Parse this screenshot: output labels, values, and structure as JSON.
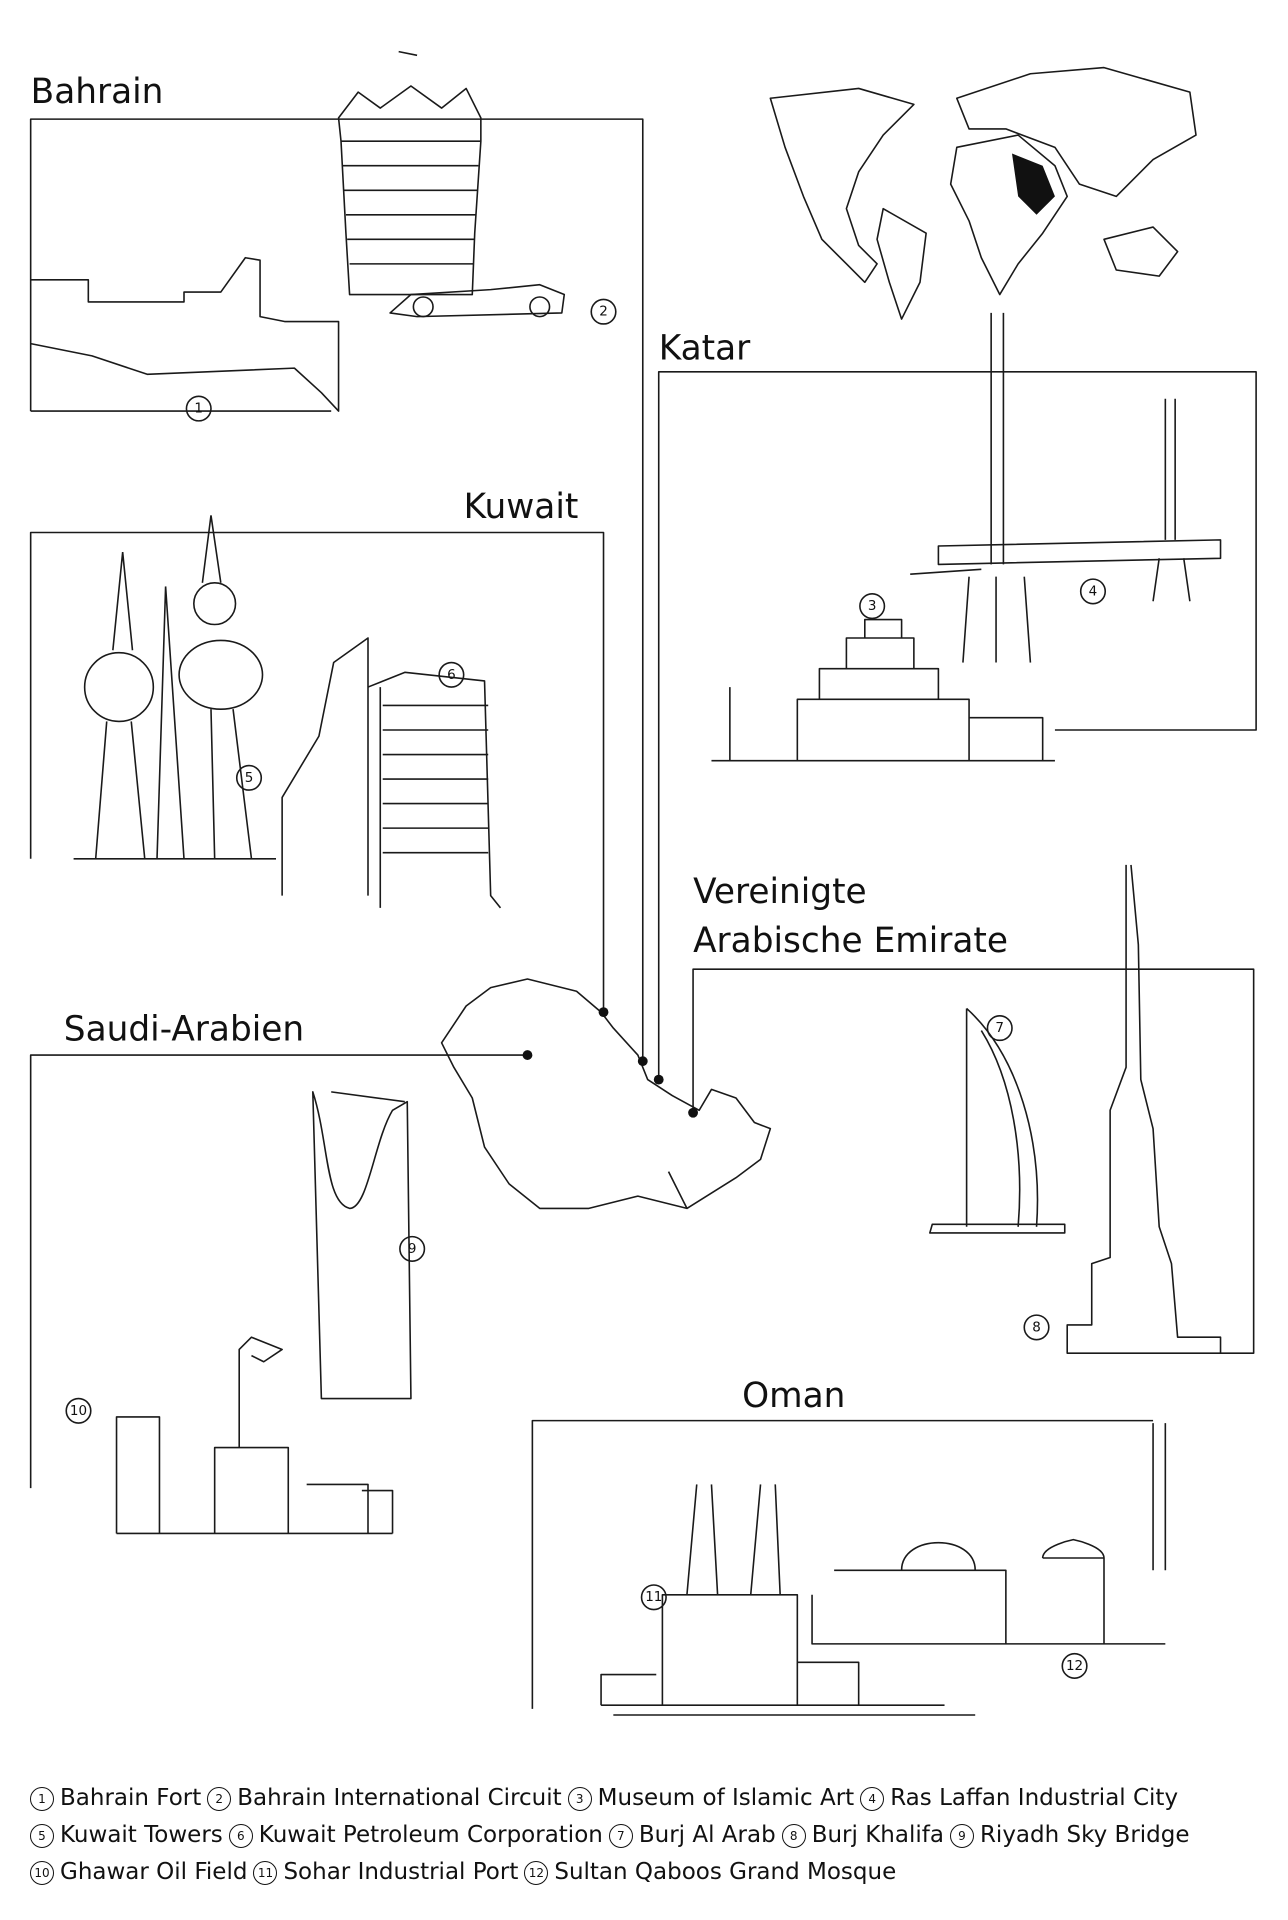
{
  "regions": {
    "bahrain": "Bahrain",
    "katar": "Katar",
    "kuwait": "Kuwait",
    "uae_line1": "Vereinigte",
    "uae_line2": "Arabische Emirate",
    "saudi": "Saudi-Arabien",
    "oman": "Oman"
  },
  "markers": [
    "1",
    "2",
    "3",
    "4",
    "5",
    "6",
    "7",
    "8",
    "9",
    "10",
    "11",
    "12"
  ],
  "legend": [
    {
      "num": "1",
      "label": "Bahrain Fort"
    },
    {
      "num": "2",
      "label": "Bahrain International Circuit"
    },
    {
      "num": "3",
      "label": "Museum of Islamic Art"
    },
    {
      "num": "4",
      "label": "Ras Laffan Industrial City"
    },
    {
      "num": "5",
      "label": "Kuwait Towers"
    },
    {
      "num": "6",
      "label": "Kuwait Petroleum Corporation"
    },
    {
      "num": "7",
      "label": "Burj Al Arab"
    },
    {
      "num": "8",
      "label": "Burj Khalifa"
    },
    {
      "num": "9",
      "label": "Riyadh Sky Bridge"
    },
    {
      "num": "10",
      "label": "Ghawar Oil Field"
    },
    {
      "num": "11",
      "label": "Sohar Industrial Port"
    },
    {
      "num": "12",
      "label": "Sultan Qaboos Grand Mosque"
    }
  ]
}
